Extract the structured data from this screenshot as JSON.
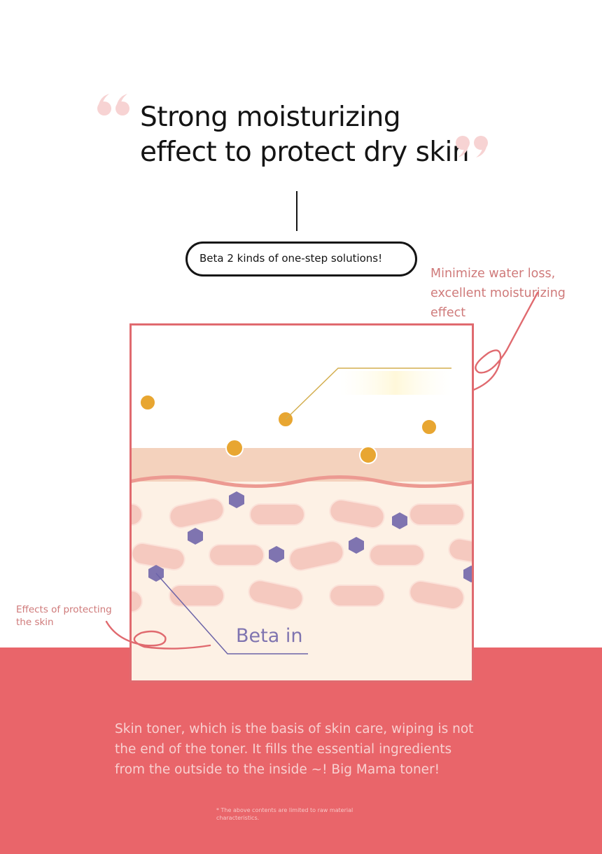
{
  "headline": {
    "line1": "Strong moisturizing",
    "line2": "effect to protect dry skin"
  },
  "pill": {
    "text": "Beta 2 kinds of one-step solutions!"
  },
  "annotations": {
    "right": [
      "Minimize water loss,",
      "excellent moisturizing",
      "effect"
    ],
    "left": [
      "Effects of protecting",
      "the skin"
    ],
    "diagram_label": "Beta in"
  },
  "body": {
    "lines": [
      "Skin toner, which is the basis of skin care, wiping is not",
      "the end of the toner. It fills the essential ingredients",
      "from the outside to the inside ~! Big Mama toner!"
    ]
  },
  "footnote": {
    "lines": [
      "* The above contents are limited to raw material",
      "characteristics."
    ]
  },
  "colors": {
    "brand_red": "#e9656a",
    "annotation_pink": "#cf7a7a",
    "quote_pink": "#f7d3d3",
    "molecule_orange": "#e8a631",
    "molecule_purple": "#7f74b0",
    "skin_layer": "#f4d2bd",
    "cell_fill": "#f5c9bf"
  }
}
